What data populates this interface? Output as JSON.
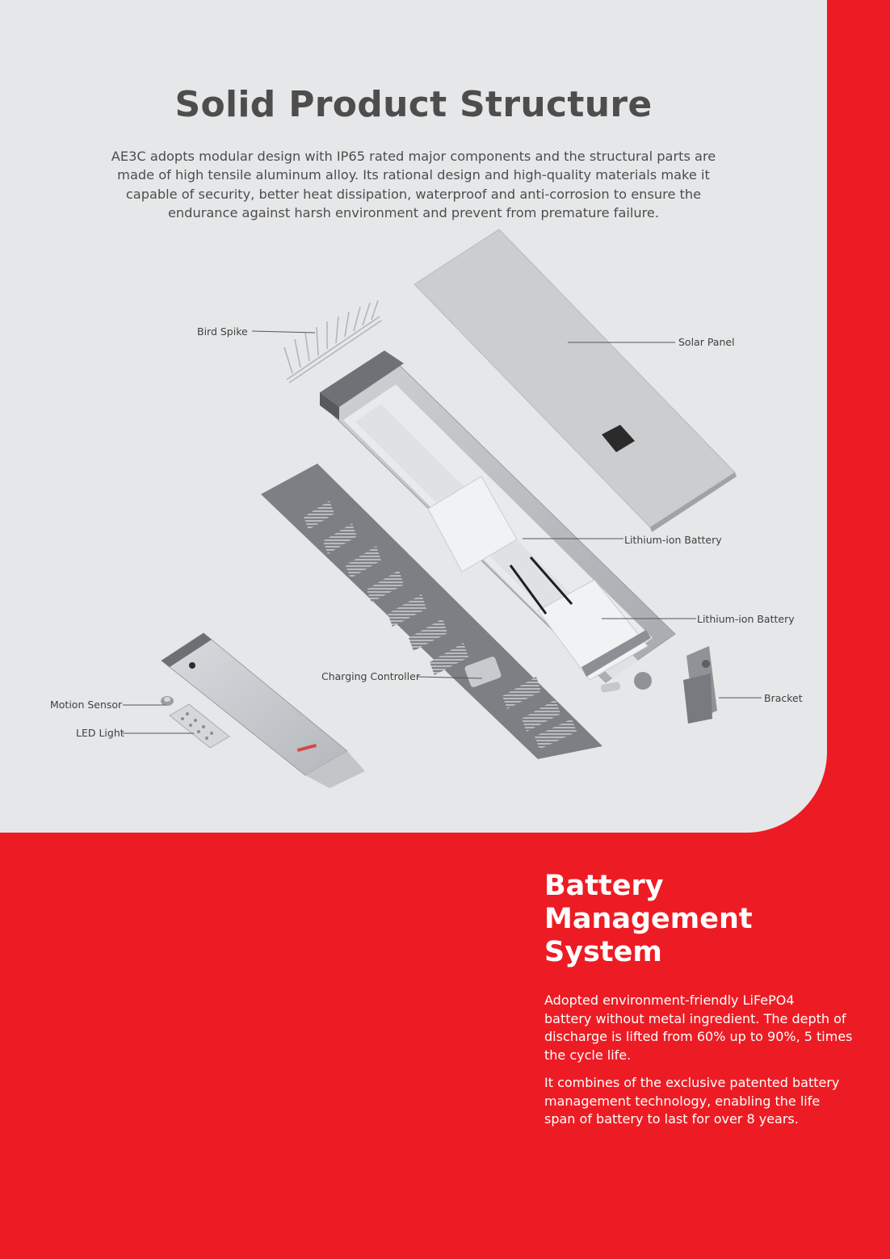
{
  "header": {
    "title": "Solid Product Structure",
    "intro_lines": [
      "AE3C adopts modular design with IP65 rated major components and the structural parts are",
      "made of high tensile aluminum alloy. Its rational design and high-quality materials make it",
      "capable of security, better heat dissipation, waterproof and anti-corrosion to ensure the",
      "endurance against harsh environment and prevent from premature failure."
    ]
  },
  "diagram": {
    "labels": {
      "bird_spike": "Bird Spike",
      "solar_panel": "Solar Panel",
      "battery_1": "Lithium-ion Battery",
      "battery_2": "Lithium-ion Battery",
      "charging_controller": "Charging Controller",
      "bracket": "Bracket",
      "motion_sensor": "Motion Sensor",
      "led_light": "LED Light"
    }
  },
  "bms": {
    "title_lines": [
      "Battery",
      "Management",
      "System"
    ],
    "paragraph1_lines": [
      "Adopted environment-friendly LiFePO4",
      "battery without metal ingredient. The depth of",
      "discharge is lifted from 60% up to 90%, 5 times",
      "the cycle life."
    ],
    "paragraph2_lines": [
      "It combines of the exclusive patented battery",
      "management technology, enabling the life",
      "span of battery to last for over 8 years."
    ]
  },
  "colors": {
    "brand_red": "#ed1c24",
    "panel_grey": "#e6e7e8",
    "heading_grey": "#4d4d4d"
  }
}
